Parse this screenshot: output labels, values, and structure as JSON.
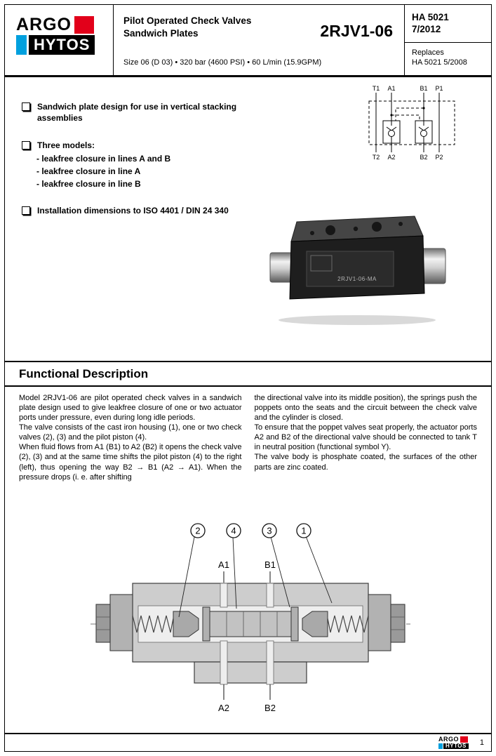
{
  "header": {
    "logo": {
      "argo": "ARGO",
      "hytos": "HYTOS"
    },
    "title_line1": "Pilot Operated Check Valves",
    "title_line2": "Sandwich Plates",
    "subtitle": "Size 06 (D 03) • 320 bar (4600 PSI) •  60 L/min (15.9GPM)",
    "model": "2RJV1-06",
    "doc_number": "HA 5021",
    "doc_date": "7/2012",
    "replaces_label": "Replaces",
    "replaces_value": "HA 5021  5/2008"
  },
  "features": {
    "item1": "Sandwich plate design for use in vertical stacking assemblies",
    "item2": "Three models:",
    "item2_sub1": "- leakfree closure in lines A and B",
    "item2_sub2": "- leakfree closure in line A",
    "item2_sub3": "- leakfree closure in line B",
    "item3": "Installation dimensions to ISO 4401 / DIN 24 340"
  },
  "symbol": {
    "t1": "T1",
    "a1": "A1",
    "b1": "B1",
    "p1": "P1",
    "t2": "T2",
    "a2": "A2",
    "b2": "B2",
    "p2": "P2"
  },
  "photo": {
    "label": "2RJV1-06-MA"
  },
  "functional_description": {
    "heading": "Functional Description",
    "left": [
      "Model 2RJV1-06 are pilot operated check valves in a sandwich plate design used to give leakfree closure of one or two actuator ports under pressure, even during long idle periods.",
      "The valve consists of the cast iron housing (1), one or two check valves (2), (3) and the pilot piston (4).",
      "When fluid flows from A1 (B1) to A2 (B2) it opens the check valve (2), (3) and at the same time shifts the pilot piston (4) to the right (left), thus opening the way B2 → B1 (A2 → A1). When the pressure drops (i. e. after shifting"
    ],
    "right": [
      "the directional valve into its middle position), the springs push the poppets onto the seats and the circuit between the check valve and the cylinder is closed.",
      "To ensure that the poppet valves seat properly, the actuator ports A2 and B2 of the directional valve should be connected to tank T in neutral position (functional symbol Y).",
      "The valve body is phosphate coated, the surfaces of the other parts are zinc coated."
    ]
  },
  "cross_section": {
    "callout_2": "2",
    "callout_4": "4",
    "callout_3": "3",
    "callout_1": "1",
    "port_a1": "A1",
    "port_b1": "B1",
    "port_a2": "A2",
    "port_b2": "B2"
  },
  "footer": {
    "logo": {
      "argo": "ARGO",
      "hytos": "HYTOS"
    },
    "page_number": "1"
  }
}
